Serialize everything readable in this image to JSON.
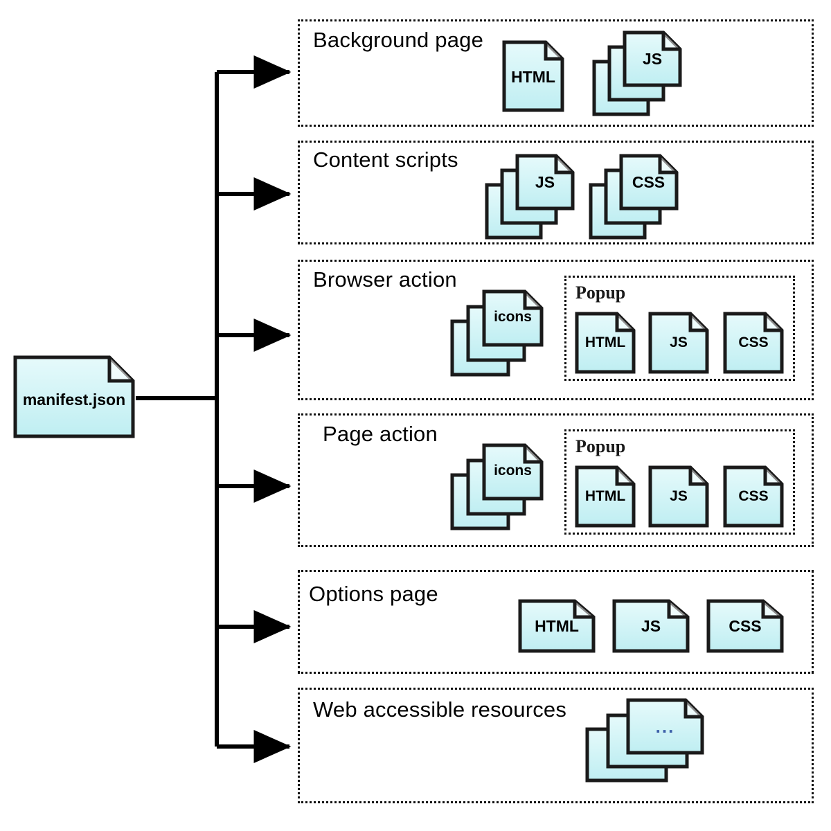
{
  "diagram": {
    "type": "tree-diagram",
    "root": {
      "label": "manifest.json",
      "icon": "file-icon"
    },
    "branches": [
      {
        "title": "Background page",
        "items": [
          {
            "label": "HTML",
            "icon": "file-icon",
            "stack": 1
          },
          {
            "label": "JS",
            "icon": "file-stack-icon",
            "stack": 3
          }
        ]
      },
      {
        "title": "Content scripts",
        "items": [
          {
            "label": "JS",
            "icon": "file-stack-icon",
            "stack": 3
          },
          {
            "label": "CSS",
            "icon": "file-stack-icon",
            "stack": 3
          }
        ]
      },
      {
        "title": "Browser action",
        "items": [
          {
            "label": "icons",
            "icon": "file-stack-icon",
            "stack": 3
          }
        ],
        "popup": {
          "title": "Popup",
          "items": [
            {
              "label": "HTML",
              "icon": "file-icon",
              "stack": 1
            },
            {
              "label": "JS",
              "icon": "file-icon",
              "stack": 1
            },
            {
              "label": "CSS",
              "icon": "file-icon",
              "stack": 1
            }
          ]
        }
      },
      {
        "title": "Page action",
        "items": [
          {
            "label": "icons",
            "icon": "file-stack-icon",
            "stack": 3
          }
        ],
        "popup": {
          "title": "Popup",
          "items": [
            {
              "label": "HTML",
              "icon": "file-icon",
              "stack": 1
            },
            {
              "label": "JS",
              "icon": "file-icon",
              "stack": 1
            },
            {
              "label": "CSS",
              "icon": "file-icon",
              "stack": 1
            }
          ]
        }
      },
      {
        "title": "Options page",
        "items": [
          {
            "label": "HTML",
            "icon": "file-icon",
            "stack": 1
          },
          {
            "label": "JS",
            "icon": "file-icon",
            "stack": 1
          },
          {
            "label": "CSS",
            "icon": "file-icon",
            "stack": 1
          }
        ]
      },
      {
        "title": "Web accessible resources",
        "items": [
          {
            "label": "...",
            "icon": "file-stack-icon",
            "stack": 3
          }
        ]
      }
    ]
  },
  "colors": {
    "file_fill_top": "#ddf6f8",
    "file_fill_bottom": "#bfeef2",
    "file_stroke": "#1a1a1a",
    "box_stroke": "#111111",
    "connector": "#000000",
    "dots_accent": "#3b5fa8",
    "background": "#ffffff"
  }
}
